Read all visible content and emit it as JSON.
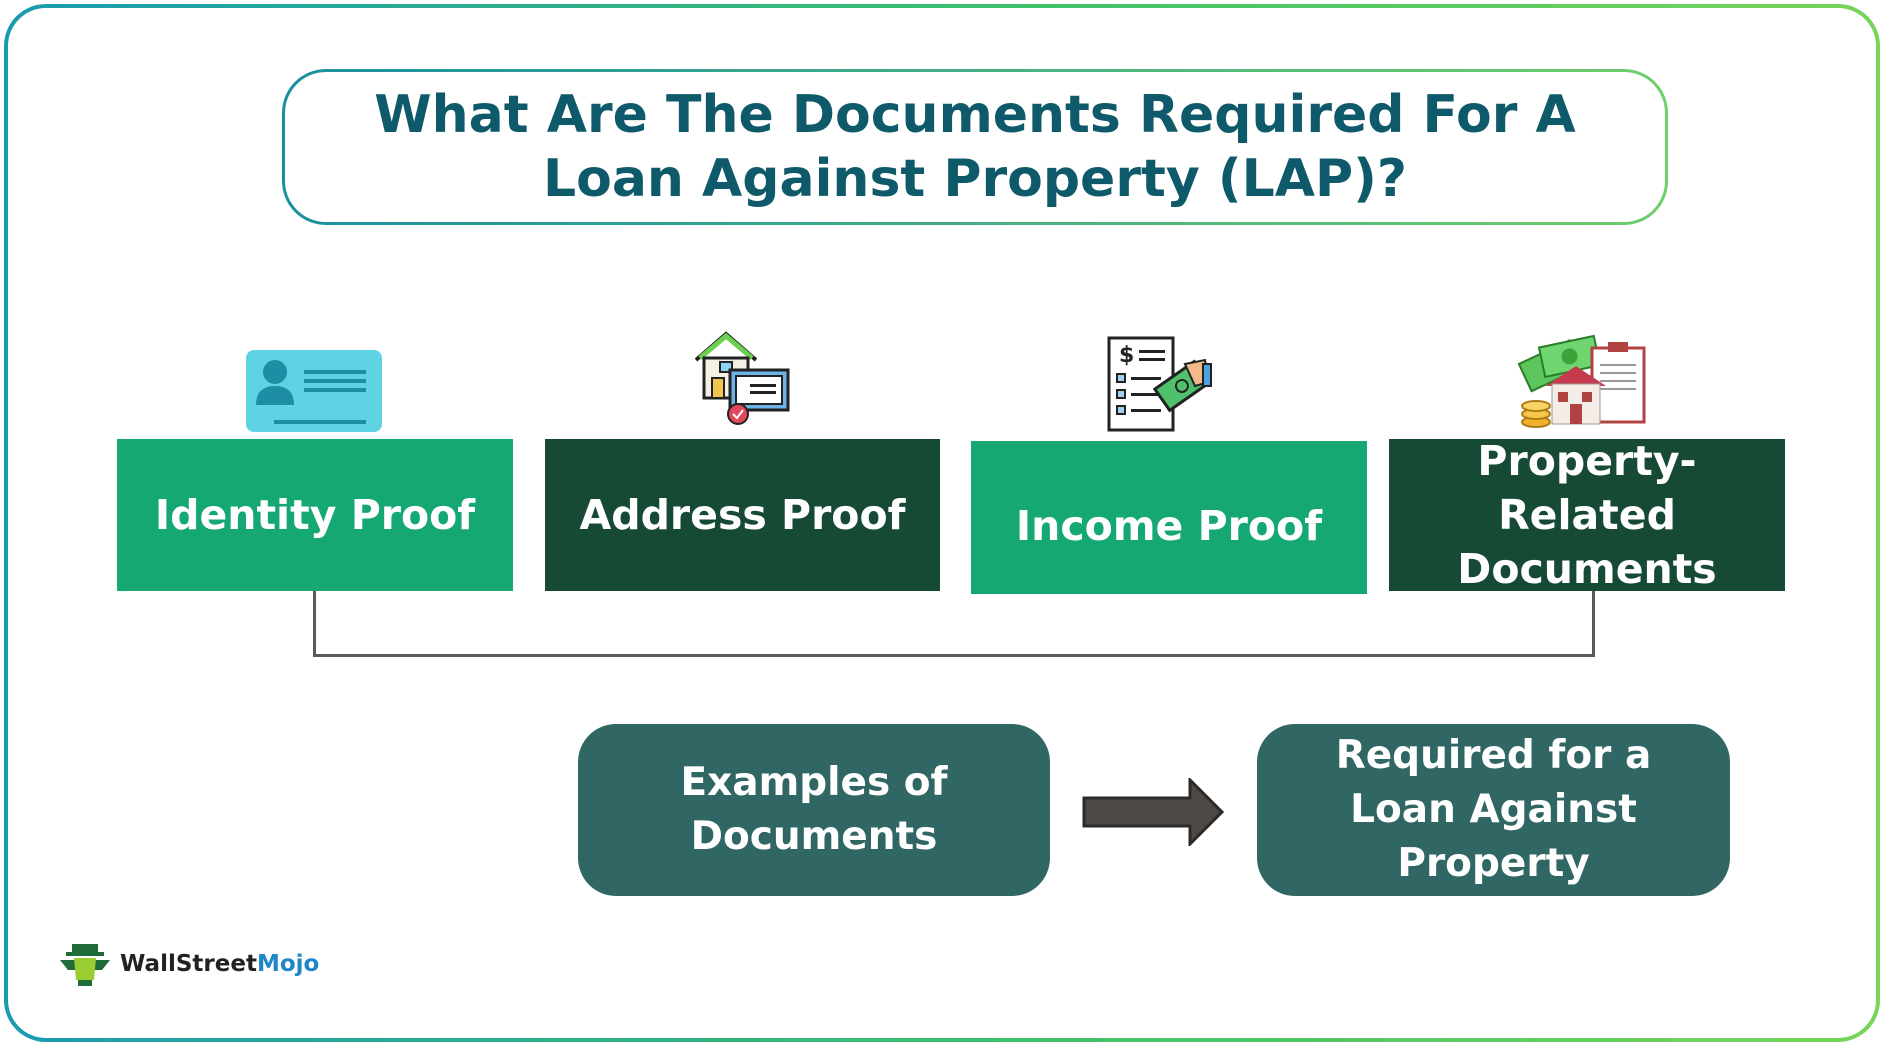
{
  "title": "What Are The Documents Required For A Loan Against Property (LAP)?",
  "cards": [
    {
      "label": "Identity Proof",
      "icon": "id-card-icon",
      "color": "#16a873"
    },
    {
      "label": "Address Proof",
      "icon": "house-certificate-icon",
      "color": "#174a35"
    },
    {
      "label": "Income Proof",
      "icon": "income-document-icon",
      "color": "#16a873"
    },
    {
      "label": "Property-Related Documents",
      "icon": "property-documents-icon",
      "color": "#174a35"
    }
  ],
  "flow": {
    "left": "Examples of Documents",
    "right": "Required for a Loan Against Property"
  },
  "logo": {
    "part1": "WallStreet",
    "part2": "Mojo"
  },
  "colors": {
    "title": "#0f5a6a",
    "light_card": "#16a873",
    "dark_card": "#174a35",
    "pill": "#306664",
    "arrow": "#4d4843"
  }
}
